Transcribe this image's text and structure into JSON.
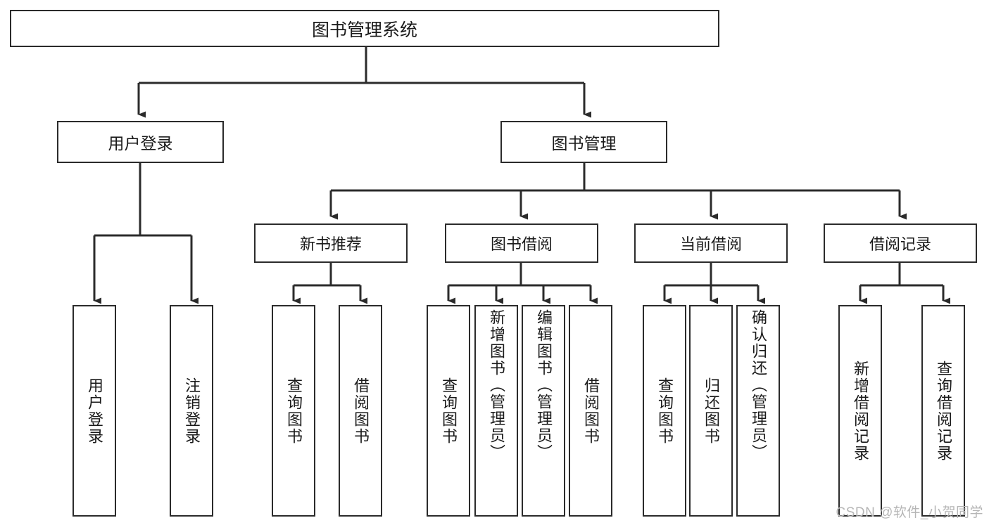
{
  "diagram": {
    "type": "tree",
    "title": "图书管理系统",
    "watermark": "CSDN @软件_小贺同学",
    "colors": {
      "stroke": "#2b2b2b",
      "fill": "#ffffff",
      "text": "#1a1a1a",
      "watermark": "#b6b6b6"
    },
    "root": {
      "label": "图书管理系统"
    },
    "level1": [
      {
        "label": "用户登录"
      },
      {
        "label": "图书管理"
      }
    ],
    "level2": [
      {
        "label": "新书推荐"
      },
      {
        "label": "图书借阅"
      },
      {
        "label": "当前借阅"
      },
      {
        "label": "借阅记录"
      }
    ],
    "leaves": {
      "user_login": [
        {
          "label": "用户登录"
        },
        {
          "label": "注销登录"
        }
      ],
      "new_book_recommend": [
        {
          "label": "查询图书"
        },
        {
          "label": "借阅图书"
        }
      ],
      "book_borrow": [
        {
          "label": "查询图书"
        },
        {
          "label": "新增图书（管理员）"
        },
        {
          "label": "编辑图书（管理员）"
        },
        {
          "label": "借阅图书"
        }
      ],
      "current_borrow": [
        {
          "label": "查询图书"
        },
        {
          "label": "归还图书"
        },
        {
          "label": "确认归还（管理员）"
        }
      ],
      "borrow_records": [
        {
          "label": "新增借阅记录"
        },
        {
          "label": "查询借阅记录"
        }
      ]
    }
  }
}
